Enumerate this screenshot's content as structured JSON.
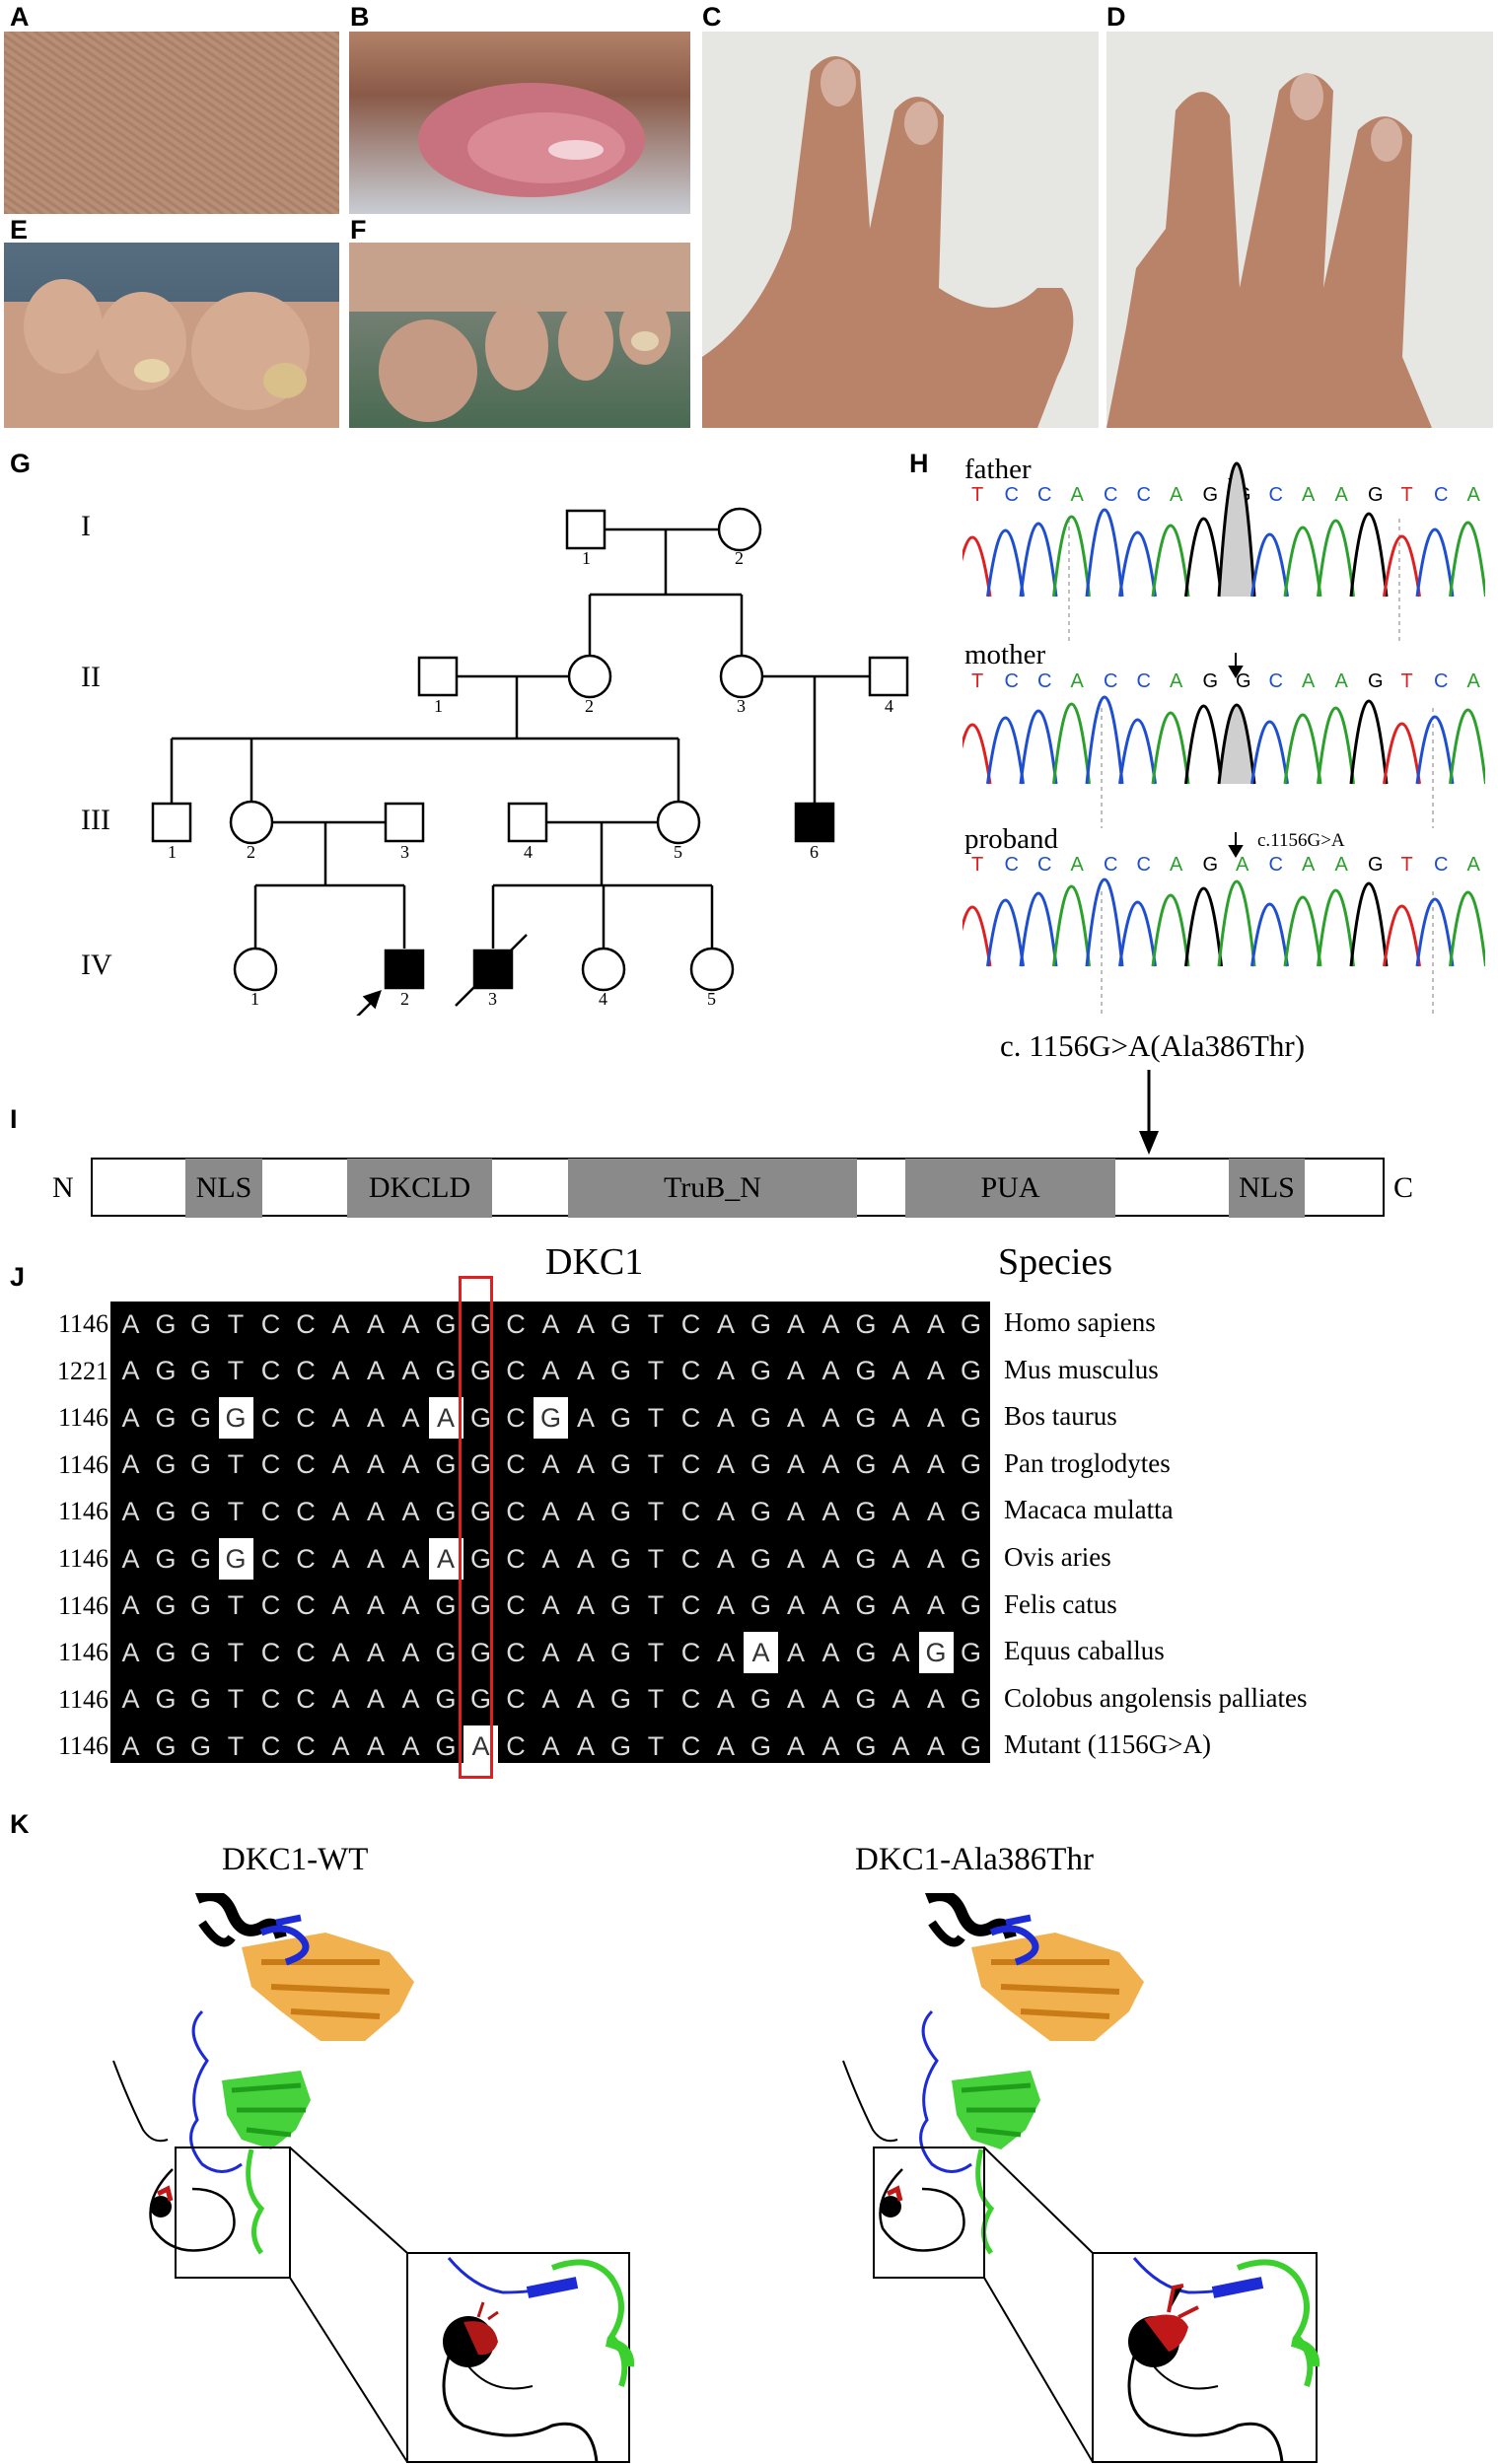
{
  "panels": {
    "A": "A",
    "B": "B",
    "C": "C",
    "D": "D",
    "E": "E",
    "F": "F",
    "G": "G",
    "H": "H",
    "I": "I",
    "J": "J",
    "K": "K"
  },
  "pedigree": {
    "generations": [
      "I",
      "II",
      "III",
      "IV"
    ],
    "labels": {
      "I": [
        "1",
        "2"
      ],
      "II": [
        "1",
        "2",
        "3",
        "4"
      ],
      "III": [
        "1",
        "2",
        "3",
        "4",
        "5",
        "6"
      ],
      "IV": [
        "1",
        "2",
        "3",
        "4",
        "5"
      ]
    }
  },
  "chromatogram": {
    "father_label": "father",
    "mother_label": "mother",
    "proband_label": "proband",
    "father_seq": [
      "T",
      "C",
      "C",
      "A",
      "C",
      "C",
      "A",
      "G",
      "G",
      "C",
      "A",
      "A",
      "G",
      "T",
      "C",
      "A"
    ],
    "mother_seq": [
      "T",
      "C",
      "C",
      "A",
      "C",
      "C",
      "A",
      "G",
      "G",
      "C",
      "A",
      "A",
      "G",
      "T",
      "C",
      "A"
    ],
    "proband_seq": [
      "T",
      "C",
      "C",
      "A",
      "C",
      "C",
      "A",
      "G",
      "A",
      "C",
      "A",
      "A",
      "G",
      "T",
      "C",
      "A"
    ],
    "mutation_label": "c.1156G>A",
    "caption": "c. 1156G>A(Ala386Thr)",
    "base_colors": {
      "A": "#2ca02c",
      "C": "#1f4fd1",
      "G": "#000000",
      "T": "#e02020"
    }
  },
  "domain_map": {
    "n_label": "N",
    "c_label": "C",
    "domains": [
      "NLS",
      "DKCLD",
      "TruB_N",
      "PUA",
      "NLS"
    ]
  },
  "alignment": {
    "title": "DKC1",
    "species_header": "Species",
    "rows": [
      {
        "pos": "1146",
        "seq": "AGGTCCAAAGGCAAGTCAGAAGAAG",
        "species": "Homo sapiens",
        "hl": []
      },
      {
        "pos": "1221",
        "seq": "AGGTCCAAAGGCAAGTCAGAAGAAG",
        "species": "Mus musculus",
        "hl": []
      },
      {
        "pos": "1146",
        "seq": "AGGGCCAAAAGCGAGTCAGAAGAAG",
        "species": "Bos taurus",
        "hl": [
          3,
          9,
          12
        ]
      },
      {
        "pos": "1146",
        "seq": "AGGTCCAAAGGCAAGTCAGAAGAAG",
        "species": "Pan troglodytes",
        "hl": []
      },
      {
        "pos": "1146",
        "seq": "AGGTCCAAAGGCAAGTCAGAAGAAG",
        "species": "Macaca mulatta",
        "hl": []
      },
      {
        "pos": "1146",
        "seq": "AGGGCCAAAAGCAAGTCAGAAGAAG",
        "species": "Ovis aries",
        "hl": [
          3,
          9
        ]
      },
      {
        "pos": "1146",
        "seq": "AGGTCCAAAGGCAAGTCAGAAGAAG",
        "species": "Felis catus",
        "hl": []
      },
      {
        "pos": "1146",
        "seq": "AGGTCCAAAGGCAAGTCAAAAGAGG",
        "species": "Equus caballus",
        "hl": [
          18,
          23
        ]
      },
      {
        "pos": "1146",
        "seq": "AGGTCCAAAGGCAAGTCAGAAGAAG",
        "species": "Colobus angolensis palliates",
        "hl": []
      },
      {
        "pos": "1146",
        "seq": "AGGTCCAAAGACAAGTCAGAAGAAG",
        "species": "Mutant (1156G>A)",
        "hl": [
          10
        ]
      }
    ],
    "highlight_column": 10
  },
  "structures": {
    "wt_title": "DKC1-WT",
    "mut_title": "DKC1-Ala386Thr"
  }
}
